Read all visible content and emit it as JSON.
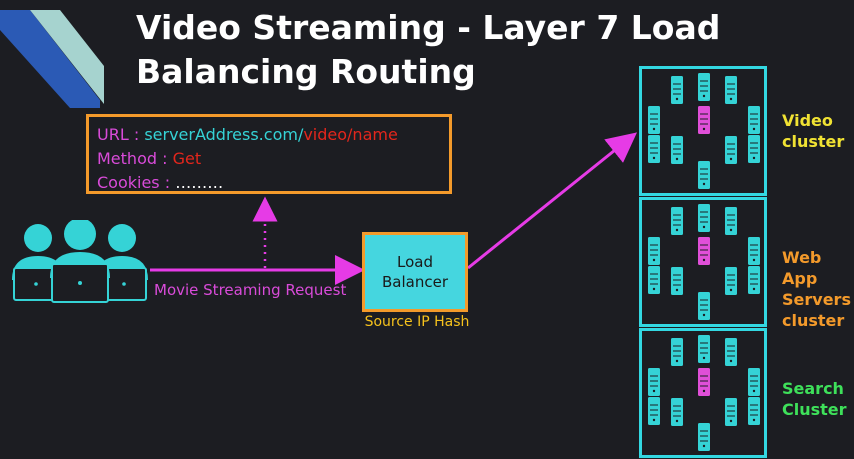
{
  "title": "Video Streaming - Layer 7 Load\nBalancing Routing",
  "request_box": {
    "url_label": "URL : ",
    "url_host": "serverAddress.com/",
    "url_path": "video/name",
    "method_label": "Method : ",
    "method_value": "Get",
    "cookies_label": "Cookies : ",
    "cookies_value": "………"
  },
  "request_arrow_label": "Movie Streaming Request",
  "load_balancer": {
    "label": "Load\nBalancer",
    "algorithm": "Source IP Hash"
  },
  "clusters": [
    {
      "label": "Video\ncluster",
      "color": "#f0e233"
    },
    {
      "label": "Web App\nServers\ncluster",
      "color": "#f39a2b"
    },
    {
      "label": "Search\nCluster",
      "color": "#3ee05a"
    }
  ],
  "colors": {
    "background": "#1c1d22",
    "accent_cyan": "#35d3d6",
    "accent_magenta": "#d94bd9",
    "accent_orange": "#f39a2b",
    "server_pink": "#e04fd8"
  }
}
